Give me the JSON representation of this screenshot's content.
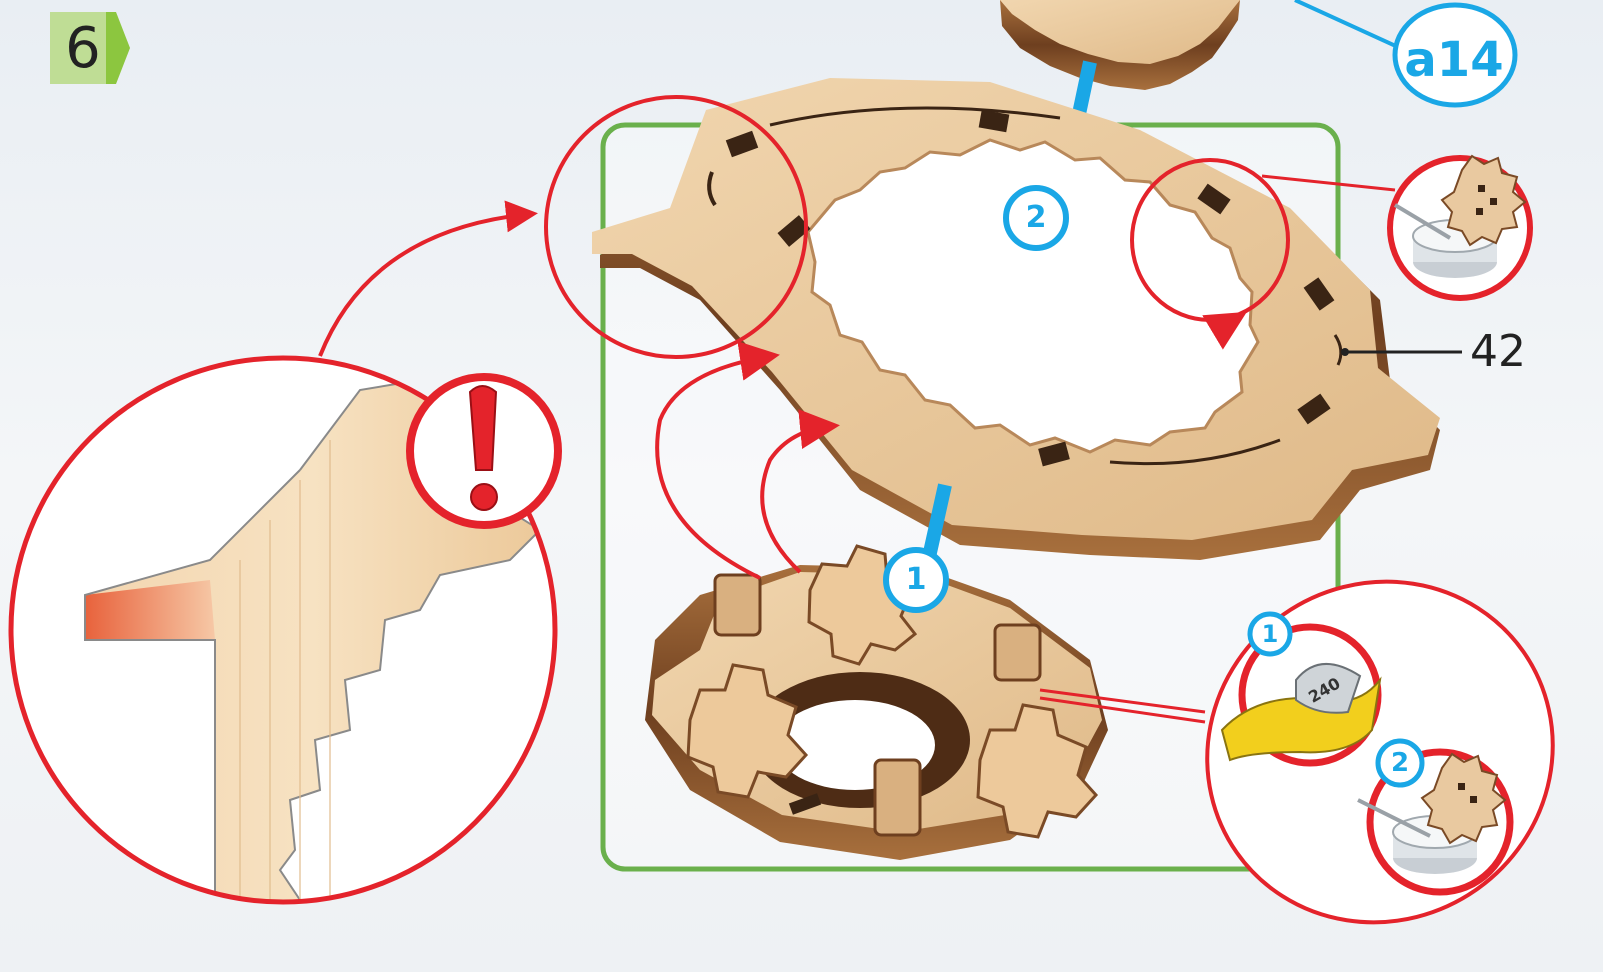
{
  "step": {
    "number": "6"
  },
  "part_label": "42",
  "callout_id": "a14",
  "order_markers": {
    "main_2": "2",
    "main_1": "1",
    "inset_1": "1",
    "inset_2": "2"
  },
  "sandpaper_grit": "240",
  "colors": {
    "step_badge": "#8cc63f",
    "highlight_red": "#e4232b",
    "arrow_blue": "#1aa7e6",
    "frame_green": "#6ab04c",
    "wood_light": "#e9c9a0",
    "wood_dark": "#7a4a26",
    "sandpaper_yellow": "#f2cf1d"
  },
  "icons": [
    "step-badge-icon",
    "exclamation-icon",
    "gear-wood-icon",
    "glue-tub-icon",
    "sandpaper-icon",
    "arrow-down-icon"
  ]
}
